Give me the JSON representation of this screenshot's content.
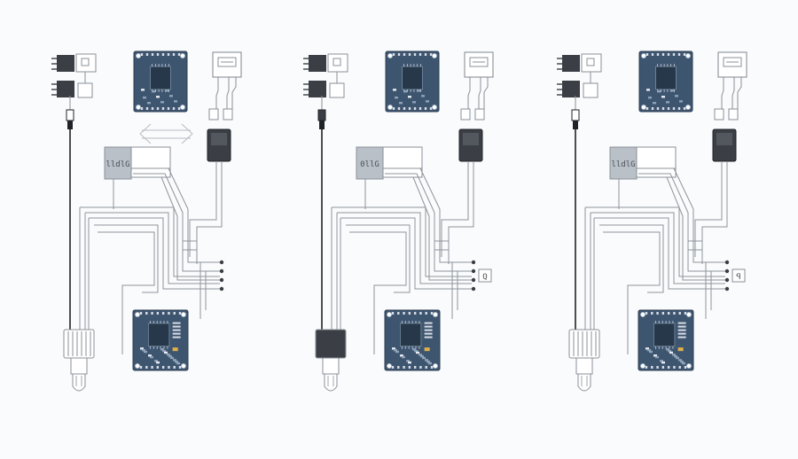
{
  "colors": {
    "background": "#fafbfc",
    "wire": "#8e949b",
    "wire_dark": "#1f2328",
    "pcb": "#3e5570",
    "pcb_chip": "#263849",
    "connector_dark": "#3b3f45",
    "module_fill": "#b9c0c8",
    "outline": "#8a9098",
    "highlight": "#e2b04a"
  },
  "panels": [
    {
      "relay_label": "lldlG",
      "connector_style": "outline",
      "has_arrow": true,
      "has_end_box": false,
      "end_box_label": ""
    },
    {
      "relay_label": "0llG",
      "connector_style": "dark",
      "has_arrow": false,
      "has_end_box": true,
      "end_box_label": "Q"
    },
    {
      "relay_label": "lldlG",
      "connector_style": "outline",
      "has_arrow": false,
      "has_end_box": true,
      "end_box_label": "ꟼ"
    }
  ],
  "icons": {
    "board": "pcb-icon",
    "relay": "relay-module-icon",
    "sensor": "sensor-icon",
    "connector": "connector-icon",
    "arrow": "double-arrow-icon"
  }
}
